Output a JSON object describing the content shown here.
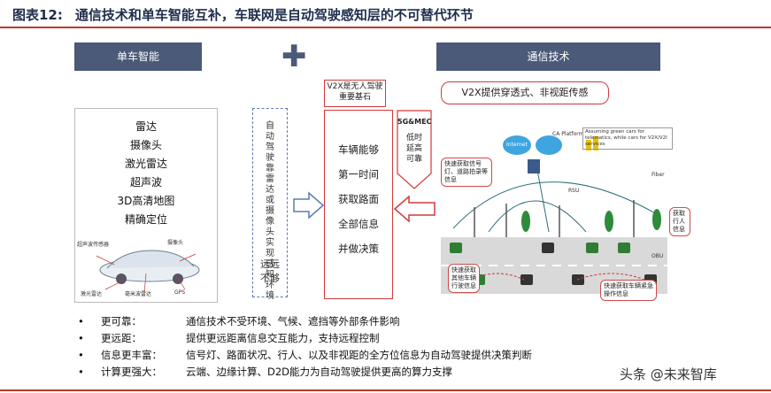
{
  "title": {
    "number": "图表12:",
    "text": "通信技术和单车智能互补，车联网是自动驾驶感知层的不可替代环节"
  },
  "left_header": "单车智能",
  "right_header": "通信技术",
  "plus_symbol": "✚",
  "sensors": [
    "雷达",
    "摄像头",
    "激光雷达",
    "超声波",
    "3D高清地图",
    "精确定位"
  ],
  "car_labels": [
    "超声波传感器",
    "摄像头",
    "激光雷达",
    "毫米波雷达",
    "GPS"
  ],
  "dashed_top": "自动驾驶靠雷达或摄像头实现感知环境",
  "dashed_bottom": "远远不够",
  "v2x_small_box": "V2X是无人驾驶重要基石",
  "mid_items": [
    "车辆能够",
    "第一时间",
    "获取路面",
    "全部信息",
    "并做决策"
  ],
  "fivemec": {
    "label": "5G&MEC",
    "text": "低时延高可靠"
  },
  "v2x_banner": "V2X提供穿透式、非视距传感",
  "scene": {
    "cloud": "Internet",
    "ca": "CA Platform",
    "assume": "Assuming green cars for telematics, while cars for V2X/V2I services",
    "fiber": "Fiber",
    "rsu": "RSU",
    "obu": "OBU",
    "note1": "快速获取信号灯、道路拍录等信息",
    "note2": "获取行人信息",
    "note3": "快速获取其他车辆行驶信息",
    "note4": "快速获取车辆紧急操作信息"
  },
  "bullets": [
    {
      "k": "更可靠：",
      "v": "通信技术不受环境、气候、遮挡等外部条件影响"
    },
    {
      "k": "更远距：",
      "v": "提供更远距离信息交互能力，支持远程控制"
    },
    {
      "k": "信息更丰富：",
      "v": "信号灯、路面状况、行人、以及非视距的全方位信息为自动驾驶提供决策判断"
    },
    {
      "k": "计算更强大：",
      "v": "云端、边缘计算、D2D能力为自动驾驶提供更高的算力支撑"
    }
  ],
  "bullet_symbol": "•",
  "watermark": "头条 @未来智库",
  "colors": {
    "accent_red": "#c0392b",
    "header_blue": "#4a5a78",
    "dashed_blue": "#5b7bb5"
  }
}
